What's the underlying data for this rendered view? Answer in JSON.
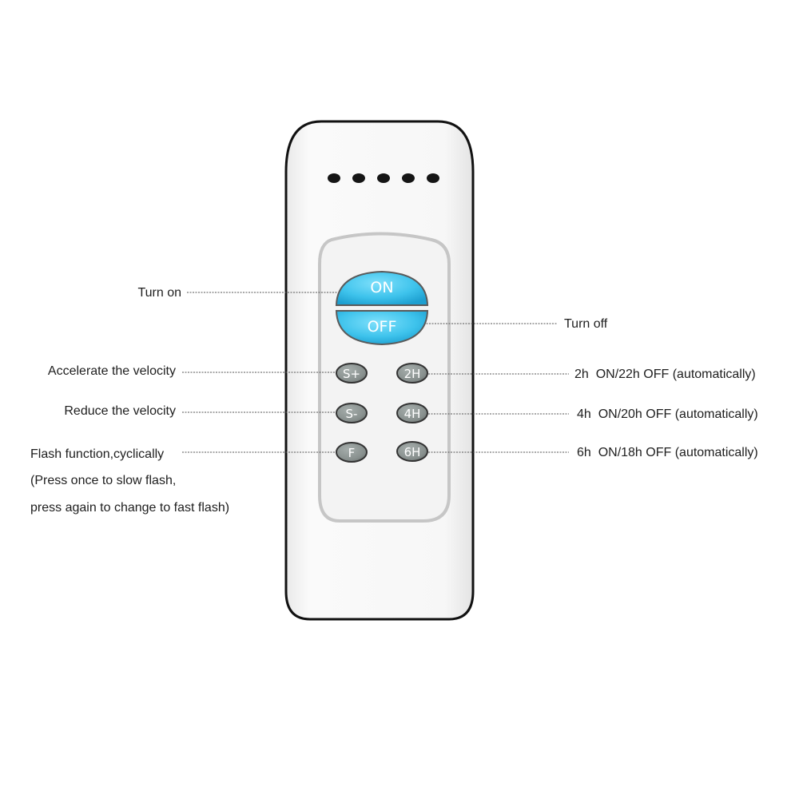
{
  "remote": {
    "buttons": {
      "on": "ON",
      "off": "OFF",
      "speed_up": "S+",
      "speed_down": "S-",
      "flash": "F",
      "timer_2h": "2H",
      "timer_4h": "4H",
      "timer_6h": "6H"
    },
    "colors": {
      "body": "#f7f7f7",
      "outline": "#111111",
      "panel_border": "#c9c9c9",
      "main_button": "#3fc0e8",
      "small_button": "#8a9290"
    }
  },
  "labels": {
    "turn_on": "Turn on",
    "turn_off": "Turn off",
    "accelerate": "Accelerate the velocity",
    "reduce": "Reduce the velocity",
    "flash_line1": "Flash function,cyclically",
    "flash_line2": "(Press once to slow flash,",
    "flash_line3": "press again to change to fast flash)",
    "timer_2h": "2h  ON/22h OFF (automatically)",
    "timer_4h": "4h  ON/20h OFF (automatically)",
    "timer_6h": "6h  ON/18h OFF (automatically)"
  }
}
